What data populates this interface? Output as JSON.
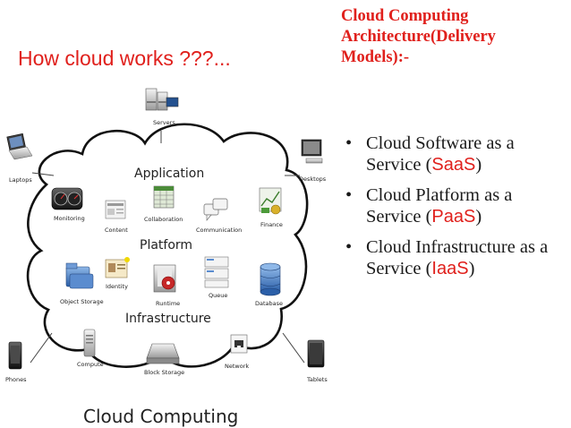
{
  "slide": {
    "title": "How cloud works ???...",
    "heading": "Cloud Computing Architecture(Delivery Models):-",
    "bullets": [
      {
        "prefix": "Cloud Software as a Service (",
        "abbr": "SaaS",
        "suffix": ")"
      },
      {
        "prefix": "Cloud Platform as a Service (",
        "abbr": "PaaS",
        "suffix": ")"
      },
      {
        "prefix": "Cloud Infrastructure as a Service (",
        "abbr": "IaaS",
        "suffix": ")"
      }
    ]
  },
  "diagram": {
    "caption": "Cloud Computing",
    "layers": {
      "application": "Application",
      "platform": "Platform",
      "infrastructure": "Infrastructure"
    },
    "outside": {
      "servers": "Servers",
      "laptops": "Laptops",
      "desktops": "Desktops",
      "phones": "Phones",
      "tablets": "Tablets"
    },
    "components": {
      "monitoring": "Monitoring",
      "content": "Content",
      "collaboration": "Collaboration",
      "communication": "Communication",
      "finance": "Finance",
      "object_storage": "Object Storage",
      "identity": "Identity",
      "runtime": "Runtime",
      "queue": "Queue",
      "database": "Database",
      "compute": "Compute",
      "block_storage": "Block Storage",
      "network": "Network"
    },
    "colors": {
      "title_red": "#e0201c",
      "abbr_red": "#e0201c",
      "cloud_stroke": "#111111"
    }
  }
}
